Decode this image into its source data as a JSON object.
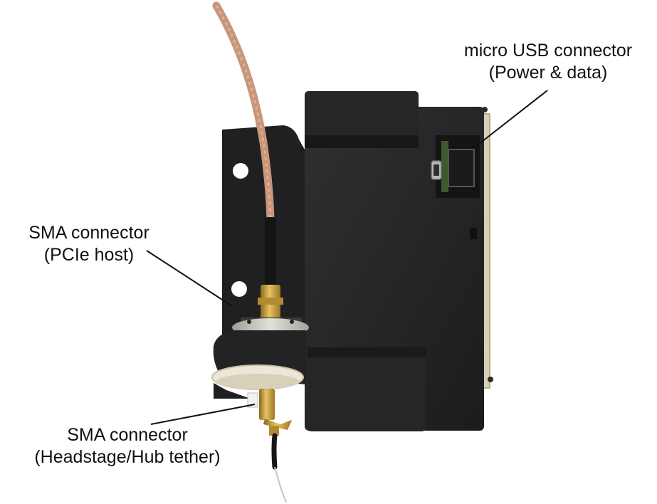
{
  "labels": {
    "usb": {
      "line1": "micro USB connector",
      "line2": "(Power & data)"
    },
    "pcie": {
      "line1": "SMA connector",
      "line2": "(PCIe host)"
    },
    "head": {
      "line1": "SMA connector",
      "line2": "(Headstage/Hub tether)"
    }
  },
  "colors": {
    "background": "#ffffff",
    "device_body": "#1f1f21",
    "device_face": "#2a2a2c",
    "cable": "#c8967a",
    "gold": "#c9a23a",
    "steel": "#c9c7c2",
    "gear": "#ece6d6",
    "text": "#111111"
  }
}
